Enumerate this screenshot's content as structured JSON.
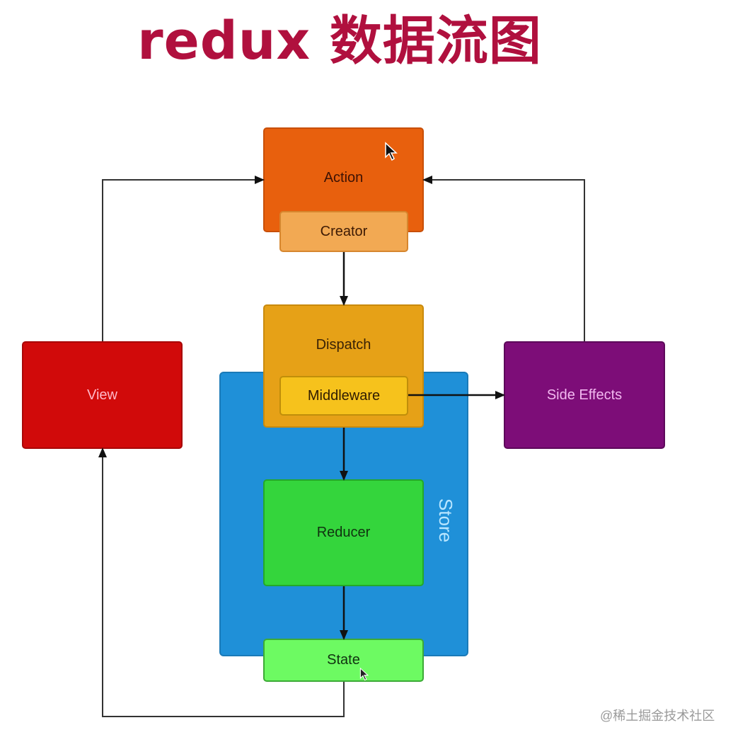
{
  "title": "redux 数据流图",
  "nodes": {
    "action": "Action",
    "creator": "Creator",
    "dispatch": "Dispatch",
    "middleware": "Middleware",
    "store": "Store",
    "reducer": "Reducer",
    "state": "State",
    "view": "View",
    "side_effects": "Side Effects"
  },
  "edges": [
    {
      "from": "Creator",
      "to": "Dispatch"
    },
    {
      "from": "Dispatch",
      "to": "Reducer"
    },
    {
      "from": "Reducer",
      "to": "State"
    },
    {
      "from": "State",
      "to": "View"
    },
    {
      "from": "View",
      "to": "Action"
    },
    {
      "from": "Middleware",
      "to": "Side Effects"
    },
    {
      "from": "Side Effects",
      "to": "Action"
    }
  ],
  "colors": {
    "title": "#b0103e",
    "action": "#e8600d",
    "creator": "#f2a953",
    "dispatch": "#e6a117",
    "middleware": "#f6c21c",
    "store": "#1f90d8",
    "reducer": "#34d53c",
    "state": "#6dfa62",
    "view": "#d10a0a",
    "side_effects": "#7d0d78"
  },
  "watermark": "@稀土掘金技术社区"
}
